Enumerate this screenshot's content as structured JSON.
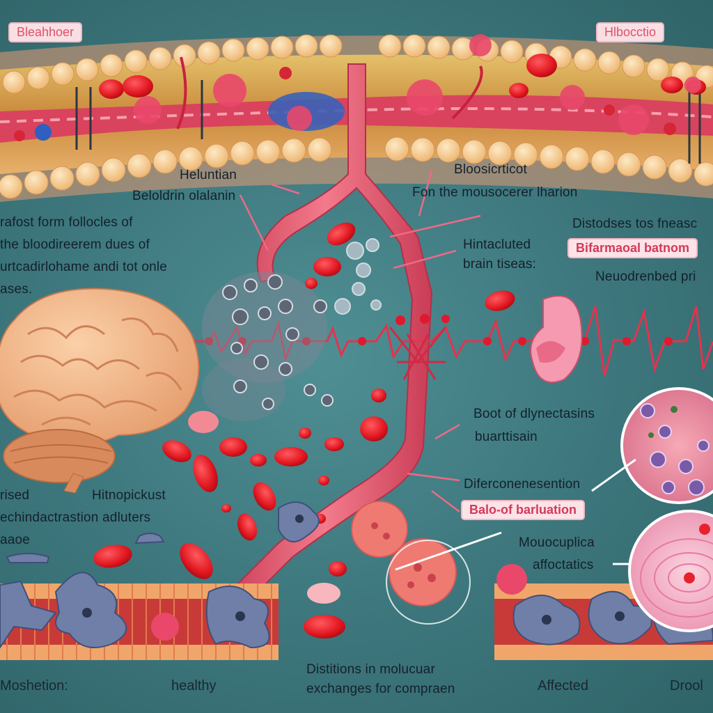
{
  "top_tags": {
    "left": "Bleahhoer",
    "right": "Hlbocctio"
  },
  "labels": {
    "heluntian": "Heluntian",
    "beloldrin": "Beloldrin olalanin",
    "bloosicticot": "Bloosicrticot",
    "fon_the": "Fon the mousocerer lharion",
    "left_paragraph": [
      "rafost form follocles of",
      "the bloodireerem dues of",
      "urtcadirlohame andi tot onle",
      "ases."
    ],
    "hintacluted": [
      "Hintacluted",
      "brain tiseas:"
    ],
    "distodses": "Distodses tos fneasc",
    "bifarmaoal": "Bifarmaoal batnom",
    "neuodrenbed": "Neuodrenbed pri",
    "boot_of": [
      "Boot of dlynectasins",
      "buarttisain"
    ],
    "diferconenesention": "Diferconenesention",
    "balo_of": "Balo-of barluation",
    "mouocuplica": [
      "Mouocuplica",
      "affoctatics"
    ],
    "rised": "rised",
    "hitnopickust": "Hitnopickust",
    "echindactrastion": "echindactrastion adluters",
    "aaoe": "aaoe",
    "distitions": [
      "Distitions in molucuar",
      "exchanges for compraen"
    ]
  },
  "bottom_labels": {
    "left": "Moshetion:",
    "healthy": "healthy",
    "affected": "Affected",
    "right": "Drool"
  },
  "colors": {
    "background": "#3f7a80",
    "vessel": "#e2566d",
    "rbc": "#e8222c",
    "fat_cell": "#f6cf97",
    "brain": "#f4b488",
    "glia": "#6f7fa8",
    "tag_text": "#e0506a"
  }
}
